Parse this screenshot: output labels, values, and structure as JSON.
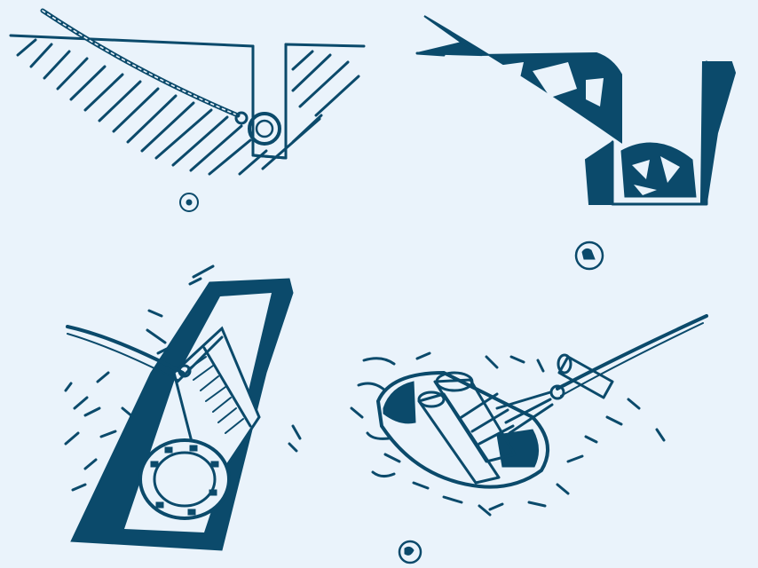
{
  "colors": {
    "ink": "#0b4a6b",
    "paper": "#eaf3fb"
  },
  "panels": [
    {
      "id": "a",
      "marker": ""
    },
    {
      "id": "b",
      "marker": ""
    },
    {
      "id": "c",
      "marker": ""
    },
    {
      "id": "d",
      "marker": ""
    }
  ]
}
